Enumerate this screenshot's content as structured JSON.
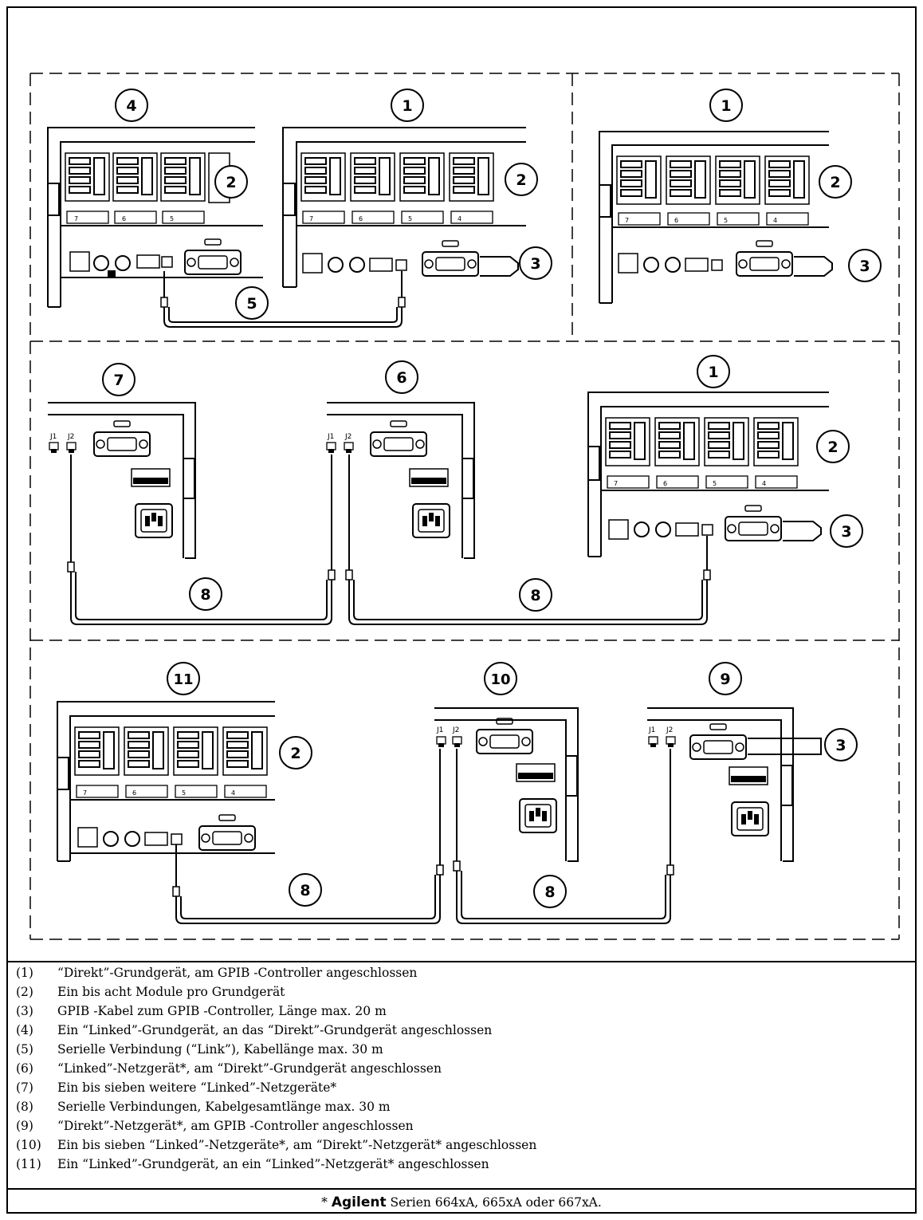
{
  "callouts": {
    "c1": "1",
    "c2": "2",
    "c3": "3",
    "c4": "4",
    "c5": "5",
    "c6": "6",
    "c7": "7",
    "c8": "8",
    "c9": "9",
    "c10": "10",
    "c11": "11"
  },
  "slot_labels": [
    "7",
    "6",
    "5",
    "4"
  ],
  "port_labels": {
    "j1": "J1",
    "j2": "J2"
  },
  "legend": [
    {
      "num": "(1)",
      "text": "“Direkt”-Grundgerät, am GPIB -Controller angeschlossen"
    },
    {
      "num": "(2)",
      "text": "Ein bis acht Module pro Grundgerät"
    },
    {
      "num": "(3)",
      "text": "GPIB -Kabel zum GPIB -Controller, Länge max. 20 m"
    },
    {
      "num": "(4)",
      "text": "Ein “Linked”-Grundgerät, an das “Direkt”-Grundgerät angeschlossen"
    },
    {
      "num": "(5)",
      "text": "Serielle Verbindung (“Link”), Kabellänge max. 30 m"
    },
    {
      "num": "(6)",
      "text": "“Linked”-Netzgerät*, am “Direkt”-Grundgerät angeschlossen"
    },
    {
      "num": "(7)",
      "text": "Ein bis sieben weitere “Linked”-Netzgeräte*"
    },
    {
      "num": "(8)",
      "text": "Serielle Verbindungen, Kabelgesamtlänge max. 30 m"
    },
    {
      "num": "(9)",
      "text": "“Direkt”-Netzgerät*, am GPIB -Controller angeschlossen"
    },
    {
      "num": "(10)",
      "text": "Ein bis sieben “Linked”-Netzgeräte*, am “Direkt”-Netzgerät* angeschlossen"
    },
    {
      "num": "(11)",
      "text": "Ein “Linked”-Grundgerät, an ein “Linked”-Netzgerät* angeschlossen"
    }
  ],
  "footnote": {
    "prefix": "* ",
    "brand": "Agilent",
    "text": " Serien 664xA, 665xA oder 667xA."
  }
}
